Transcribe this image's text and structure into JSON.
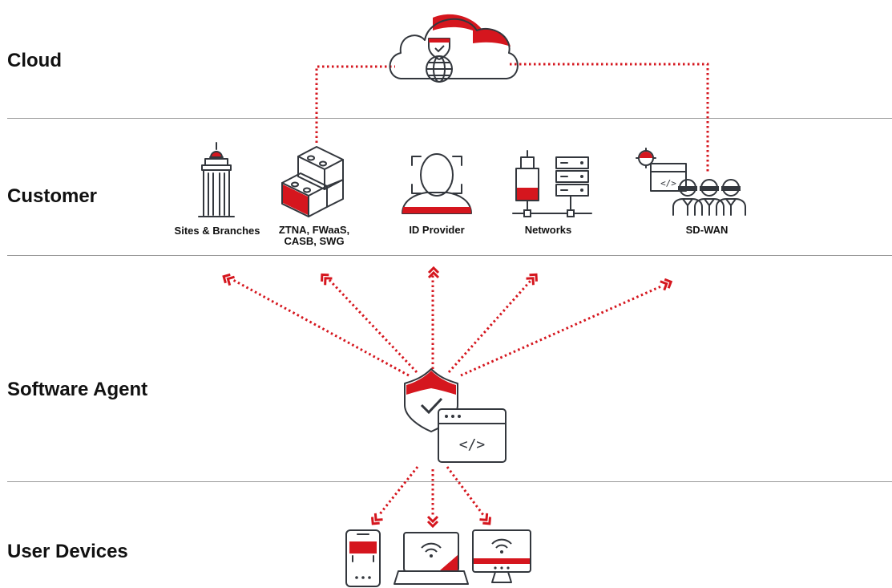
{
  "layers": {
    "cloud": "Cloud",
    "customer": "Customer",
    "software_agent": "Software Agent",
    "user_devices": "User Devices"
  },
  "customer_nodes": {
    "sites": "Sites & Branches",
    "ztna": "ZTNA, FWaaS, CASB, SWG",
    "idp": "ID Provider",
    "networks": "Networks",
    "sdwan": "SD-WAN"
  },
  "colors": {
    "accent": "#d5161e",
    "icon_stroke": "#33373d",
    "divider": "#9a9a9a",
    "text": "#111111"
  },
  "icons": {
    "cloud": "cloud-shield-globe-icon",
    "sites": "building-tower-icon",
    "ztna": "stacked-boxes-icon",
    "idp": "face-id-icon",
    "networks": "network-servers-icon",
    "sdwan": "team-code-window-icon",
    "agent": "shield-code-window-icon",
    "phone": "smartphone-wifi-icon",
    "laptop": "laptop-wifi-icon",
    "desktop": "desktop-wifi-icon"
  }
}
